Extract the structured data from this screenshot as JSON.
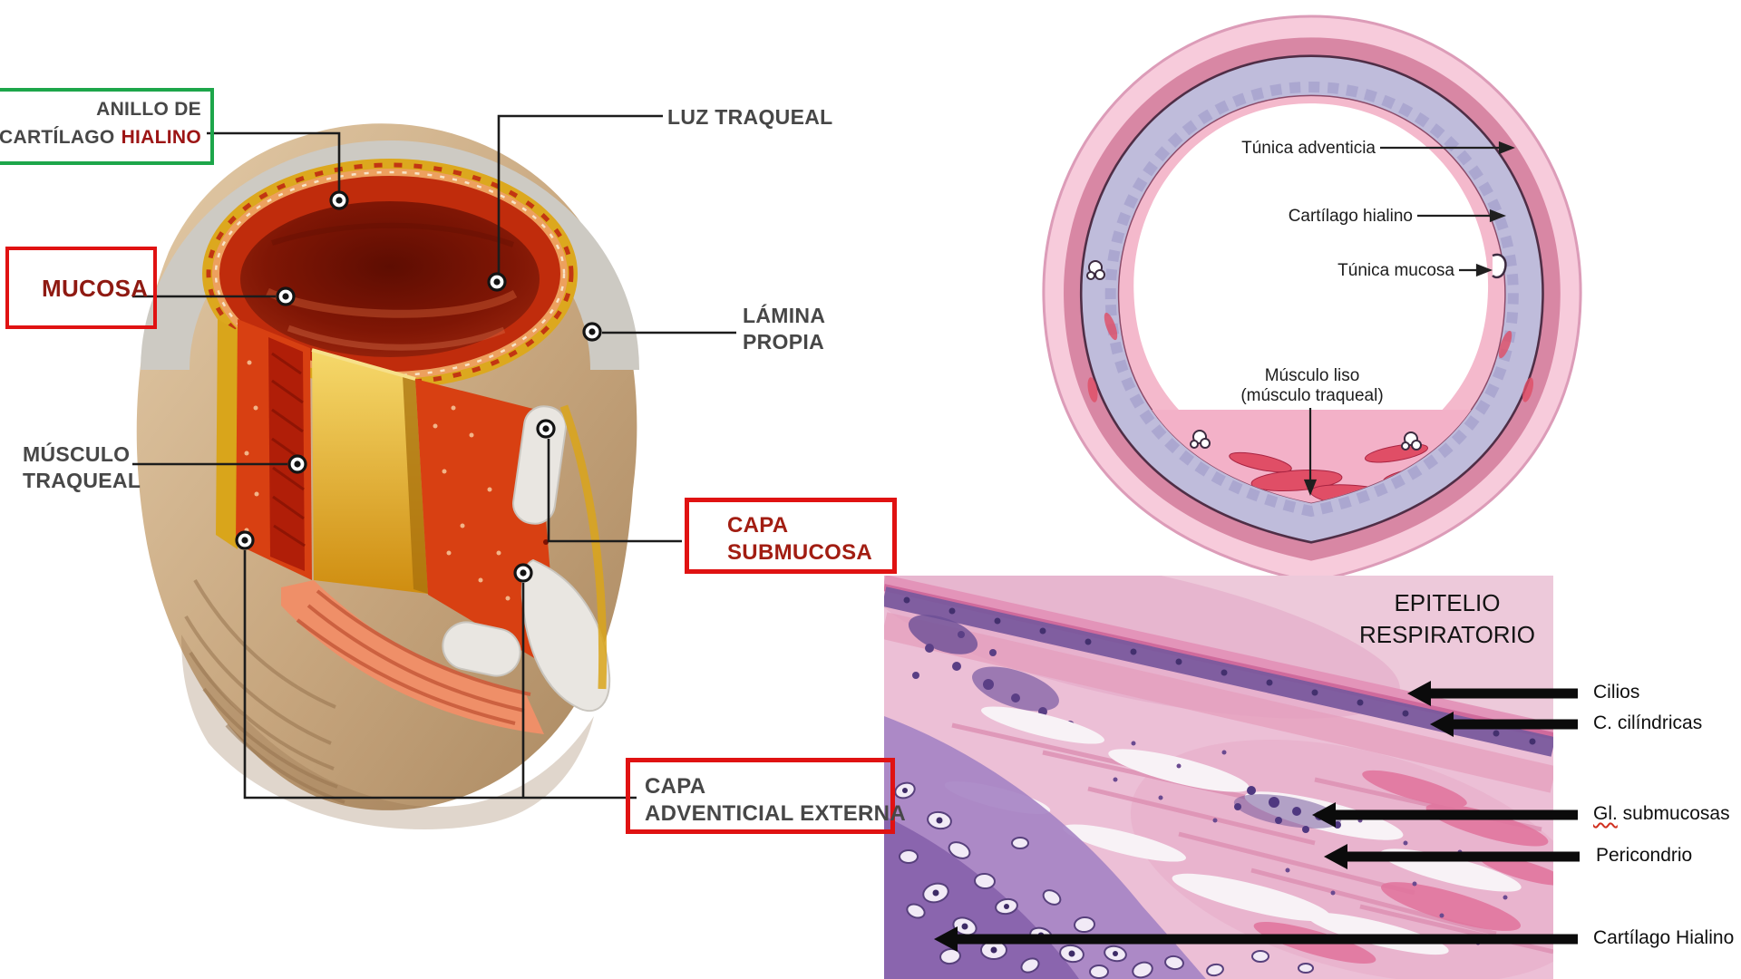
{
  "colors": {
    "green_box": "#1da64a",
    "red_box": "#e01212",
    "label_gray": "#474747",
    "label_dark_red": "#8f1a12",
    "leader_line": "#1c1c1c"
  },
  "left": {
    "anillo_line1": "ANILLO DE",
    "anillo_line2_gray": "CARTÍLAGO",
    "anillo_line2_red": "HIALINO",
    "mucosa": "MUCOSA",
    "musculo_line1": "MÚSCULO",
    "musculo_line2": "TRAQUEAL",
    "luz": "LUZ TRAQUEAL",
    "lamina_line1": "LÁMINA",
    "lamina_line2": "PROPIA",
    "submucosa_line1": "CAPA",
    "submucosa_line2": "SUBMUCOSA",
    "adventicial_line1": "CAPA",
    "adventicial_line2": "ADVENTICIAL EXTERNA"
  },
  "diagram": {
    "tunica_adventicia": "Túnica adventicia",
    "cartilago_hialino": "Cartílago hialino",
    "tunica_mucosa": "Túnica mucosa",
    "musculo_liso_line1": "Músculo liso",
    "musculo_liso_line2": "(músculo traqueal)"
  },
  "histology": {
    "title_line1": "EPITELIO",
    "title_line2": "RESPIRATORIO",
    "cilios": "Cilios",
    "cilindricas": "C. cilíndricas",
    "gl_prefix": "Gl.",
    "gl_suffix": " submucosas",
    "pericondrio": "Pericondrio",
    "cartilago_hialino": "Cartílago Hialino"
  }
}
